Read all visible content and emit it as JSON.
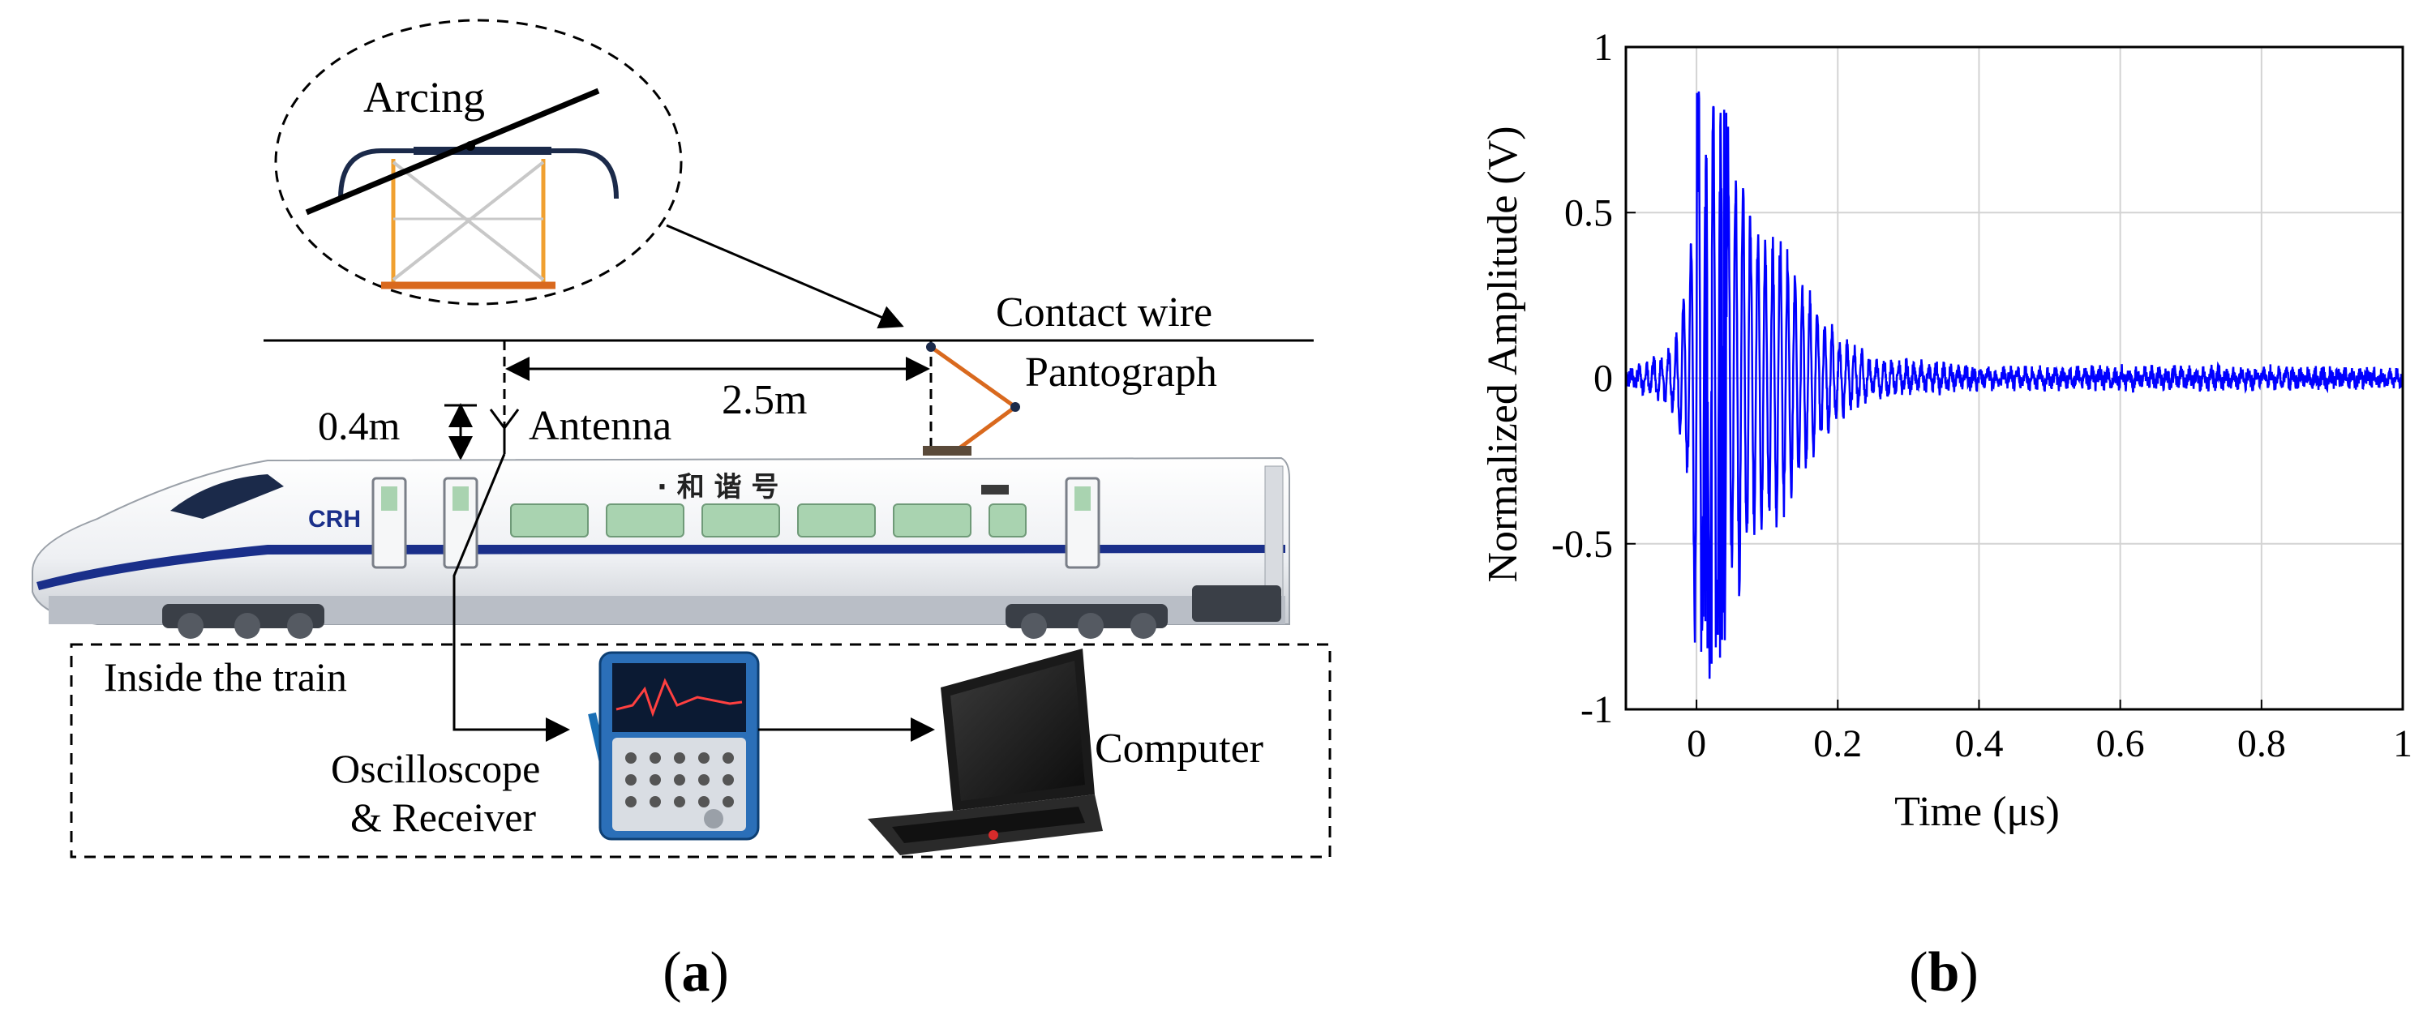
{
  "panel_a": {
    "labels": {
      "arcing": "Arcing",
      "contact_wire": "Contact wire",
      "pantograph": "Pantograph",
      "distance": "2.5m",
      "height": "0.4m",
      "antenna": "Antenna",
      "inside": "Inside the train",
      "osc_line1": "Oscilloscope",
      "osc_line2": "& Receiver",
      "computer": "Computer"
    },
    "train_text": {
      "brand": "CRH",
      "name": "· 和 谐 号"
    },
    "colors": {
      "pantograph": "#d9691e",
      "pantograph_frame": "#f0a030",
      "train_stripe": "#1a2f8a",
      "train_window": "#a9d3b0"
    }
  },
  "panel_b": {
    "xlabel": "Time (μs)",
    "ylabel": "Normalized Amplitude (V)",
    "xticks": [
      "0",
      "0.2",
      "0.4",
      "0.6",
      "0.8",
      "1"
    ],
    "yticks": [
      "1",
      "0.5",
      "0",
      "-0.5",
      "-1"
    ],
    "line_color": "#0000ff"
  },
  "chart_data": {
    "type": "line",
    "title": "",
    "xlabel": "Time (μs)",
    "ylabel": "Normalized Amplitude (V)",
    "xlim": [
      -0.1,
      1.0
    ],
    "ylim": [
      -1,
      1
    ],
    "grid": true,
    "x": [
      -0.1,
      -0.03,
      -0.02,
      -0.01,
      0.0,
      0.005,
      0.01,
      0.02,
      0.03,
      0.04,
      0.05,
      0.06,
      0.08,
      0.1,
      0.12,
      0.15,
      0.2,
      0.25,
      0.3,
      0.4,
      0.6,
      0.8,
      1.0
    ],
    "series": [
      {
        "y": [
          0.0,
          0.1,
          -0.25,
          0.35,
          0.93,
          -0.9,
          0.75,
          -0.95,
          0.85,
          -0.85,
          0.65,
          -0.7,
          0.5,
          -0.45,
          0.45,
          -0.3,
          0.12,
          0.05,
          0.04,
          0.02,
          0.02,
          0.02,
          0.01
        ]
      }
    ]
  },
  "captions": {
    "a": "(a)",
    "b": "(b)"
  }
}
